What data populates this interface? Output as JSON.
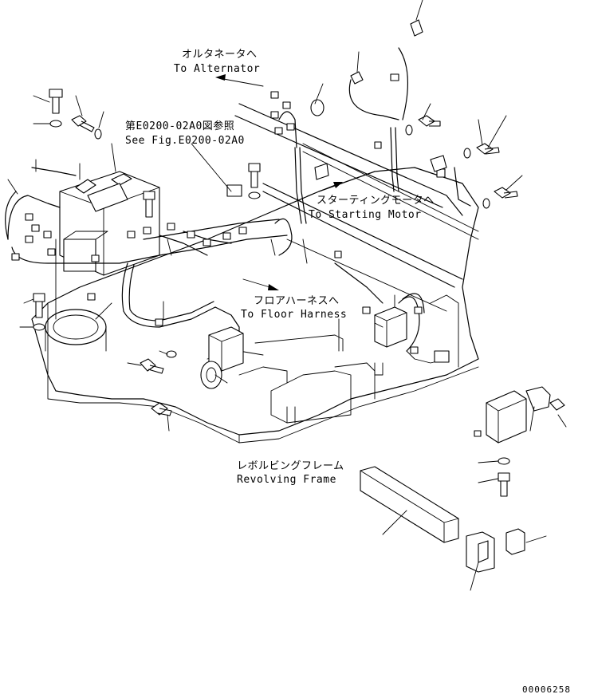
{
  "labels": {
    "alternator_jp": "オルタネータへ",
    "alternator_en": "To Alternator",
    "see_fig_jp": "第E0200-02A0図参照",
    "see_fig_en": "See Fig.E0200-02A0",
    "starting_motor_jp": "スターティングモータへ",
    "starting_motor_en": "To Starting Motor",
    "floor_harness_jp": "フロアハーネスへ",
    "floor_harness_en": "To Floor Harness",
    "revolving_frame_jp": "レボルビングフレーム",
    "revolving_frame_en": "Revolving Frame",
    "drawing_number": "00006258"
  }
}
